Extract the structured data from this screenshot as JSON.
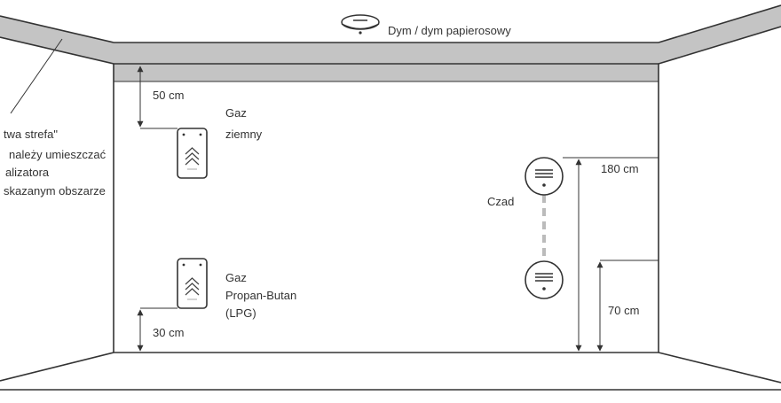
{
  "labels": {
    "smoke": "Dym / dym papierosowy",
    "natural_gas_line1": "Gaz",
    "natural_gas_line2": "ziemny",
    "lpg_line1": "Gaz",
    "lpg_line2": "Propan-Butan",
    "lpg_line3": "(LPG)",
    "co": "Czad",
    "dead_zone_line1": "twa strefa\"",
    "dead_zone_line2": "należy umieszczać",
    "dead_zone_line3": "alizatora",
    "dead_zone_line4": "skazanym obszarze"
  },
  "dimensions": {
    "natural_gas_from_ceiling": "50 cm",
    "lpg_from_floor": "30 cm",
    "co_high_from_floor": "180 cm",
    "co_low_from_floor": "70 cm"
  },
  "icons": {
    "smoke_detector": "ceiling-smoke-detector-icon",
    "gas_sensor": "wall-gas-sensor-icon",
    "co_sensor": "round-co-sensor-icon"
  }
}
